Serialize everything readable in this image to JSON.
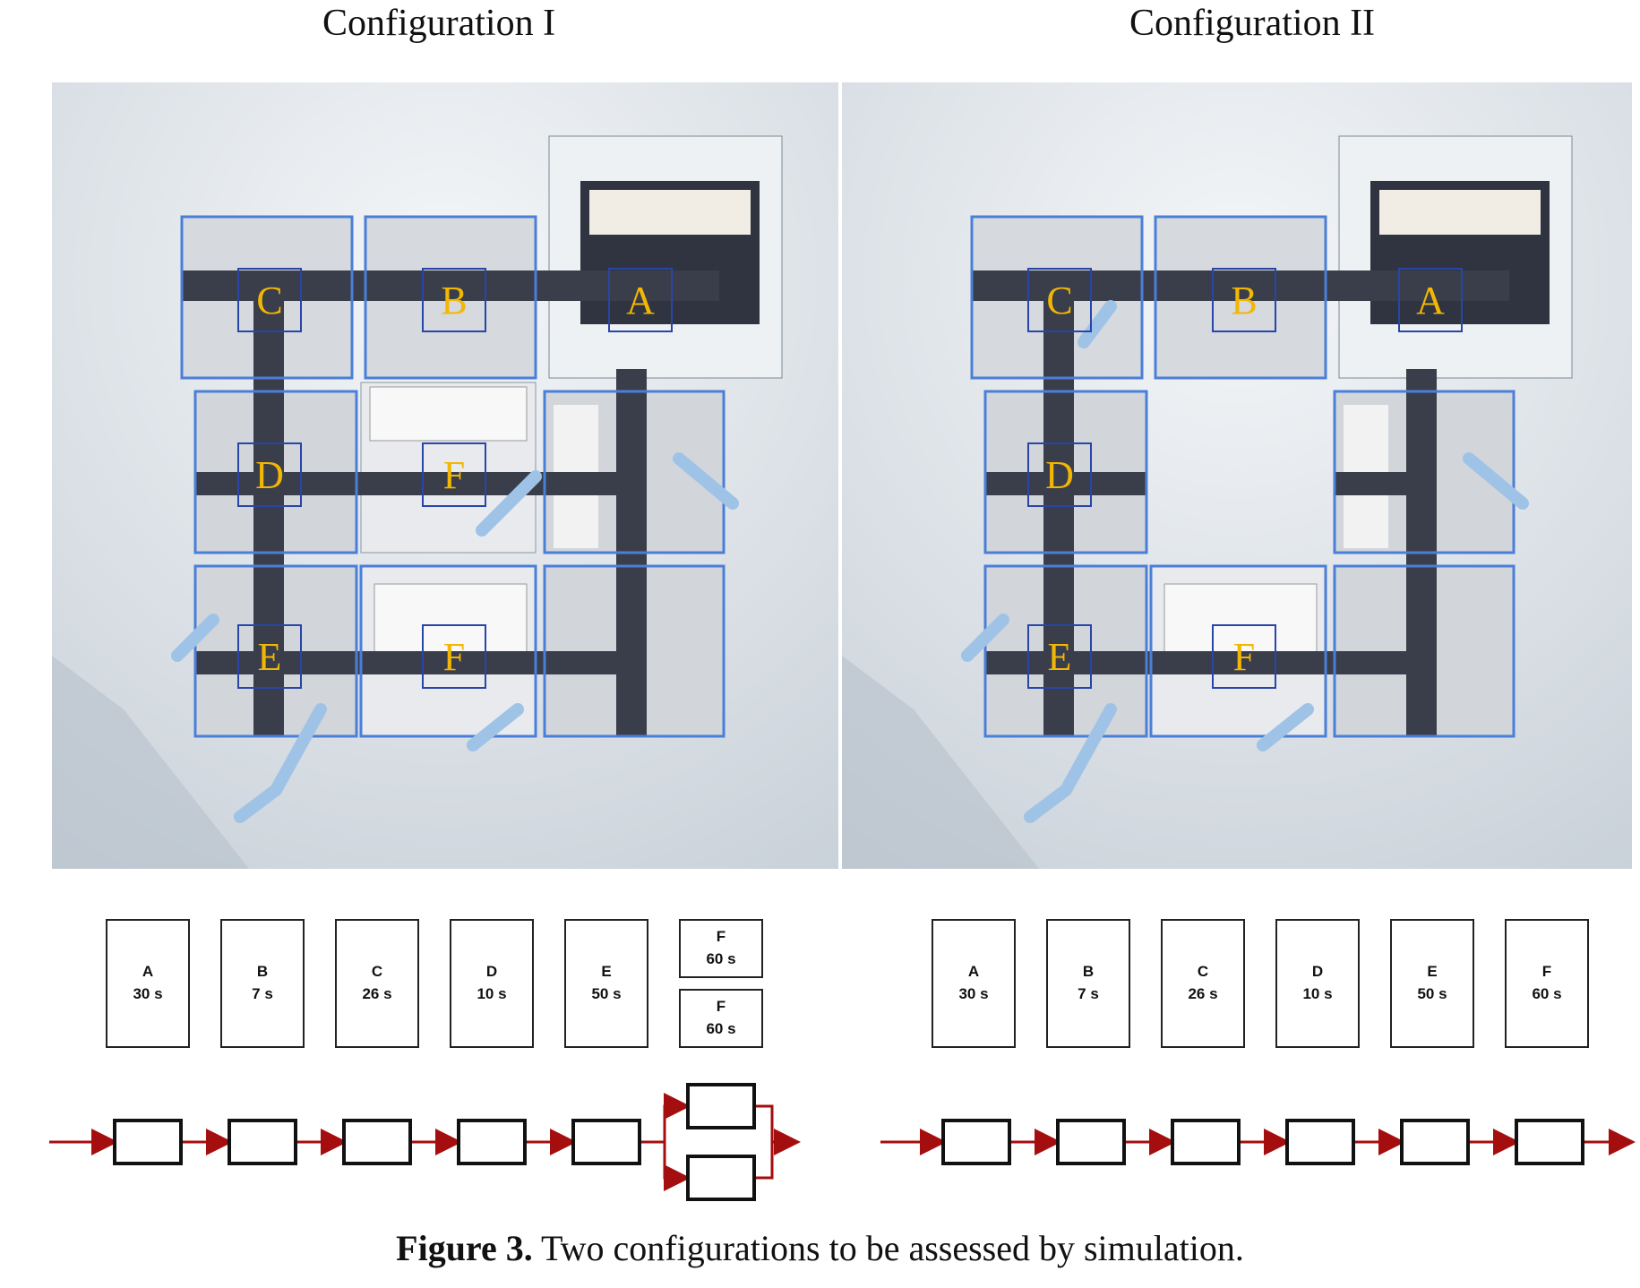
{
  "figure": {
    "panels": [
      {
        "title": "Configuration I",
        "station_labels": [
          "A",
          "B",
          "C",
          "D",
          "F",
          "E",
          "F"
        ],
        "steps": [
          {
            "name": "A",
            "time": "30 s"
          },
          {
            "name": "B",
            "time": "7 s"
          },
          {
            "name": "C",
            "time": "26 s"
          },
          {
            "name": "D",
            "time": "10 s"
          },
          {
            "name": "E",
            "time": "50 s"
          },
          {
            "name": "F",
            "time": "60 s"
          },
          {
            "name": "F",
            "time": "60 s"
          }
        ]
      },
      {
        "title": "Configuration II",
        "station_labels": [
          "A",
          "B",
          "C",
          "D",
          "E",
          "F"
        ],
        "steps": [
          {
            "name": "A",
            "time": "30 s"
          },
          {
            "name": "B",
            "time": "7 s"
          },
          {
            "name": "C",
            "time": "26 s"
          },
          {
            "name": "D",
            "time": "10 s"
          },
          {
            "name": "E",
            "time": "50 s"
          },
          {
            "name": "F",
            "time": "60 s"
          }
        ]
      }
    ],
    "caption_label": "Figure 3.",
    "caption_text": " Two configurations to be assessed by simulation."
  },
  "colors": {
    "label_color": "#f2b705",
    "label_box": "#2845a8",
    "flow_arrow": "#a50e0e",
    "flow_box": "#111111"
  }
}
